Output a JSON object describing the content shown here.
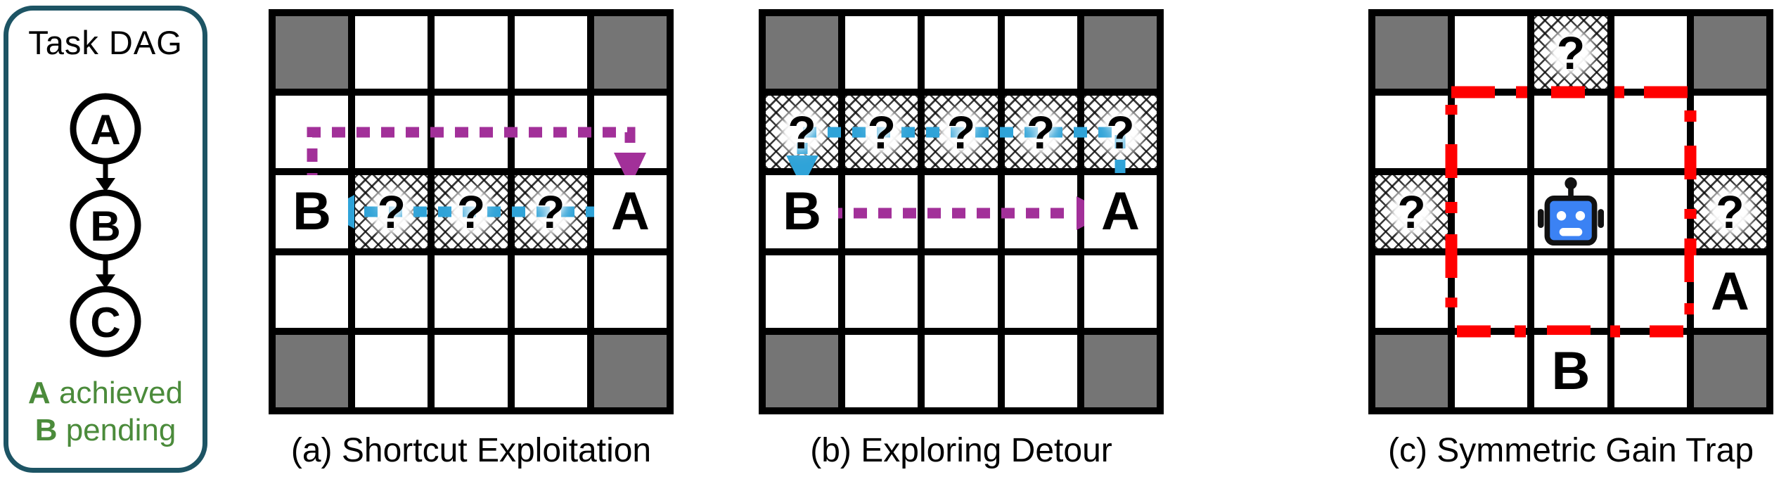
{
  "legend": {
    "title": "Task DAG",
    "nodes": [
      "A",
      "B",
      "C"
    ],
    "notes": [
      {
        "key": "A",
        "text": "achieved"
      },
      {
        "key": "B",
        "text": "pending"
      }
    ]
  },
  "glyphs": {
    "unknown": "?"
  },
  "colors": {
    "dag_border": "#1d5464",
    "green": "#4b8b3b",
    "wall_gray": "#757575",
    "purple": "#a23099",
    "blue": "#2fa3d8",
    "red": "#ff0000",
    "robot_blue": "#3b82f4"
  },
  "grids": [
    {
      "id": "a",
      "caption": "(a) Shortcut Exploitation",
      "cells": [
        [
          "wall",
          "",
          "",
          "",
          "wall"
        ],
        [
          "",
          "",
          "",
          "",
          ""
        ],
        [
          "B",
          "?",
          "?",
          "?",
          "A"
        ],
        [
          "",
          "",
          "",
          "",
          ""
        ],
        [
          "wall",
          "",
          "",
          "",
          "wall"
        ]
      ]
    },
    {
      "id": "b",
      "caption": "(b) Exploring Detour",
      "cells": [
        [
          "wall",
          "",
          "",
          "",
          "wall"
        ],
        [
          "?",
          "?",
          "?",
          "?",
          "?"
        ],
        [
          "B",
          "",
          "",
          "",
          "A"
        ],
        [
          "",
          "",
          "",
          "",
          ""
        ],
        [
          "wall",
          "",
          "",
          "",
          "wall"
        ]
      ]
    },
    {
      "id": "c",
      "caption": "(c) Symmetric Gain Trap",
      "cells": [
        [
          "wall",
          "",
          "?",
          "",
          "wall"
        ],
        [
          "",
          "",
          "",
          "",
          ""
        ],
        [
          "?",
          "",
          "robot",
          "",
          "?"
        ],
        [
          "",
          "",
          "",
          "",
          "A"
        ],
        [
          "wall",
          "",
          "B",
          "",
          "wall"
        ]
      ]
    }
  ]
}
